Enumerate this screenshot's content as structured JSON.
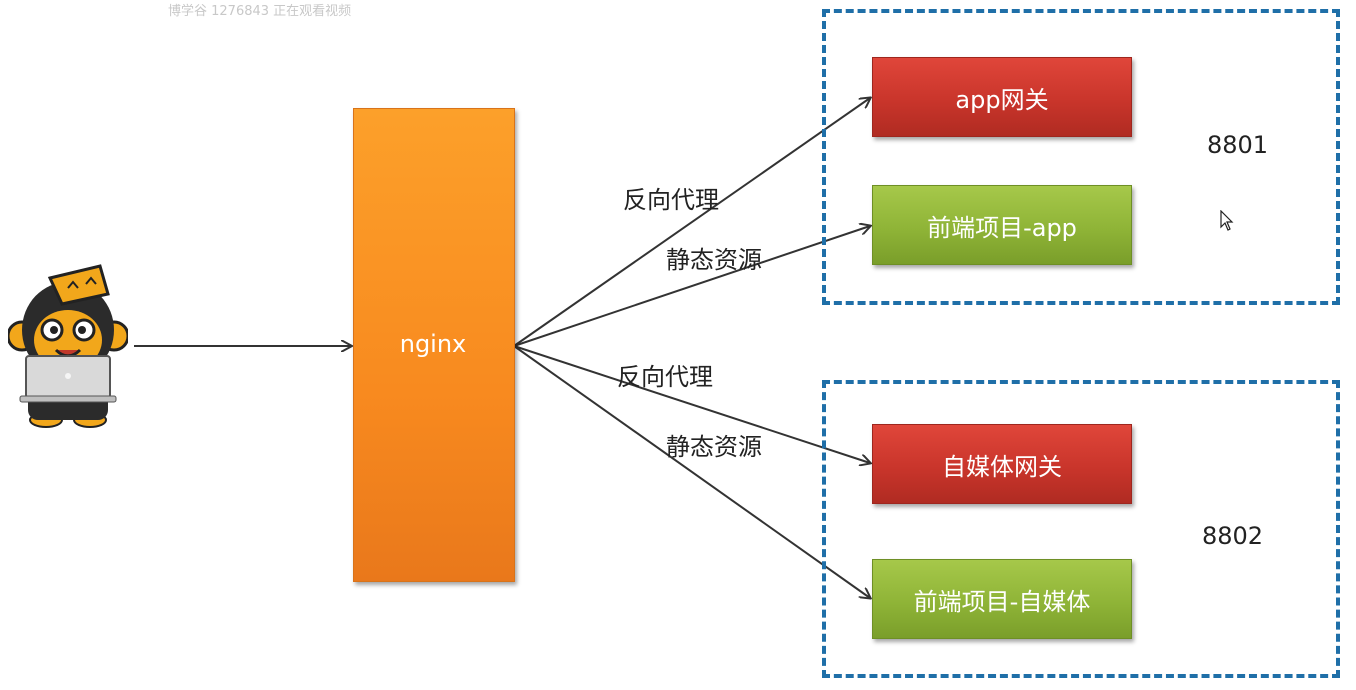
{
  "watermark": "博学谷 1276843 正在观看视频",
  "nginx": {
    "label": "nginx"
  },
  "groups": [
    {
      "port": "8801",
      "services": [
        {
          "label": "app网关",
          "color": "#c9352b"
        },
        {
          "label": "前端项目-app",
          "color": "#8fb437"
        }
      ]
    },
    {
      "port": "8802",
      "services": [
        {
          "label": "自媒体网关",
          "color": "#c9352b"
        },
        {
          "label": "前端项目-自媒体",
          "color": "#8fb437"
        }
      ]
    }
  ],
  "edge_labels": {
    "reverse_proxy_1": "反向代理",
    "static_1": "静态资源",
    "reverse_proxy_2": "反向代理",
    "static_2": "静态资源"
  },
  "colors": {
    "nginx": "#f88a1f",
    "group_border": "#1f6fa8",
    "arrow": "#333333"
  },
  "icons": {
    "user": "monkey-mascot-with-laptop-icon",
    "cursor": "mouse-pointer-icon"
  }
}
